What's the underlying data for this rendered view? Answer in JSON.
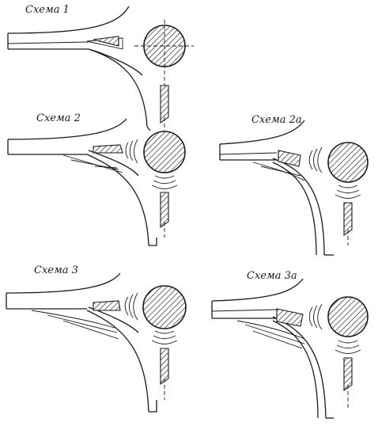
{
  "diagram": {
    "schemes": [
      {
        "id": "scheme-1",
        "label": "Схема 1"
      },
      {
        "id": "scheme-2",
        "label": "Схема 2"
      },
      {
        "id": "scheme-2a",
        "label": "Схема 2а"
      },
      {
        "id": "scheme-3",
        "label": "Схема 3"
      },
      {
        "id": "scheme-3a",
        "label": "Схема 3а"
      }
    ],
    "colors": {
      "ink": "#1a1a1a",
      "paper": "#ffffff"
    }
  }
}
